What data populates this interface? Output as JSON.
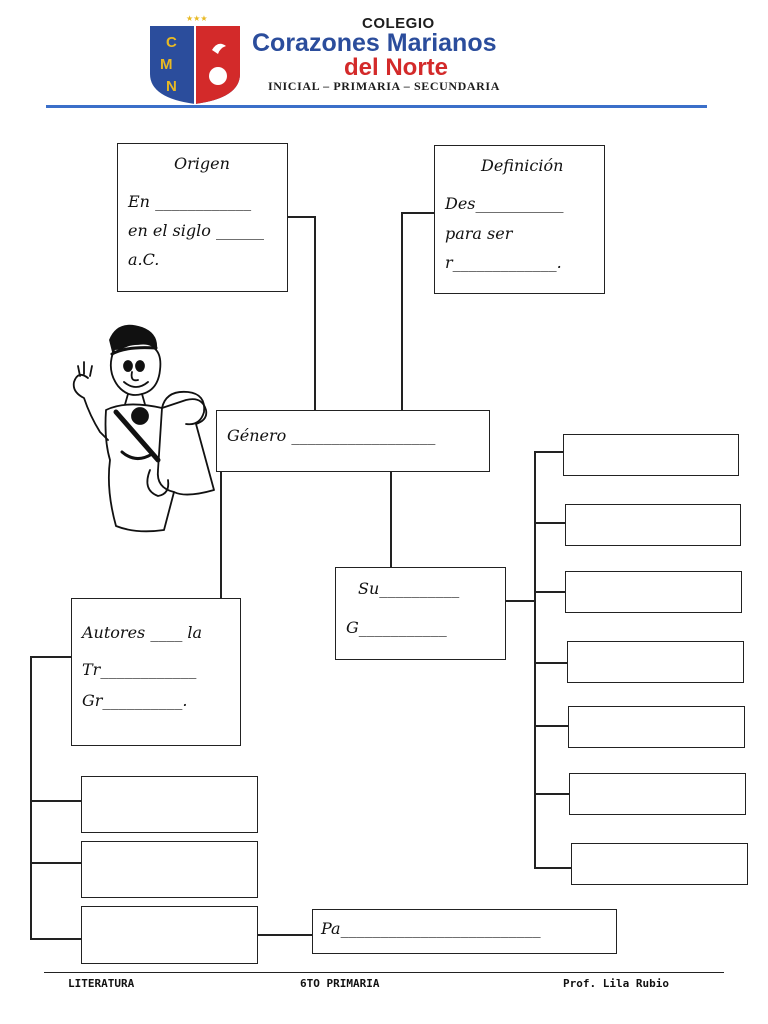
{
  "header": {
    "logo_letters": [
      "C",
      "M",
      "N"
    ],
    "line1": "COLEGIO",
    "line2": "Corazones Marianos",
    "line3": "del Norte",
    "line4": "INICIAL – PRIMARIA – SECUNDARIA",
    "colors": {
      "blue": "#2b4d9c",
      "red": "#d32a2a",
      "rule": "#3b6fc9"
    }
  },
  "boxes": {
    "origen": {
      "title": "Origen",
      "l1": "En ____________",
      "l2": "en el siglo ______",
      "l3": "a.C."
    },
    "definicion": {
      "title": "Definición",
      "l1": "Des___________",
      "l2": "para ser",
      "l3": "r_____________."
    },
    "genero": {
      "text": "Género __________________"
    },
    "autores": {
      "l1": "Autores ____ la",
      "l2": "Tr____________",
      "l3": "Gr__________."
    },
    "su": {
      "l1": "Su__________",
      "l2": "G___________"
    },
    "pa": {
      "text": "Pa_________________________"
    }
  },
  "footer": {
    "left": "LITERATURA",
    "center": "6TO PRIMARIA",
    "right": "Prof. Lila Rubio"
  }
}
